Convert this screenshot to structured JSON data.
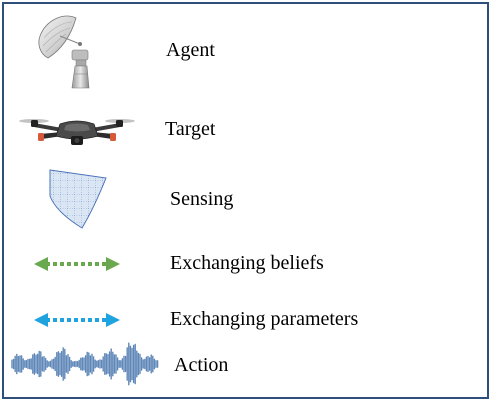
{
  "legend": {
    "items": [
      {
        "icon": "satellite-dish-icon",
        "label": "Agent"
      },
      {
        "icon": "drone-icon",
        "label": "Target"
      },
      {
        "icon": "sensing-region-icon",
        "label": "Sensing"
      },
      {
        "icon": "green-dotted-double-arrow-icon",
        "label": "Exchanging beliefs"
      },
      {
        "icon": "blue-dotted-double-arrow-icon",
        "label": "Exchanging parameters"
      },
      {
        "icon": "waveform-icon",
        "label": "Action"
      }
    ],
    "colors": {
      "border": "#2e4f7a",
      "beliefs_arrow": "#6aa84f",
      "parameters_arrow": "#1fa3e0",
      "sensing_fill": "#dbe6f5",
      "sensing_stroke": "#4a72b8",
      "waveform": "#5f87b8"
    }
  }
}
